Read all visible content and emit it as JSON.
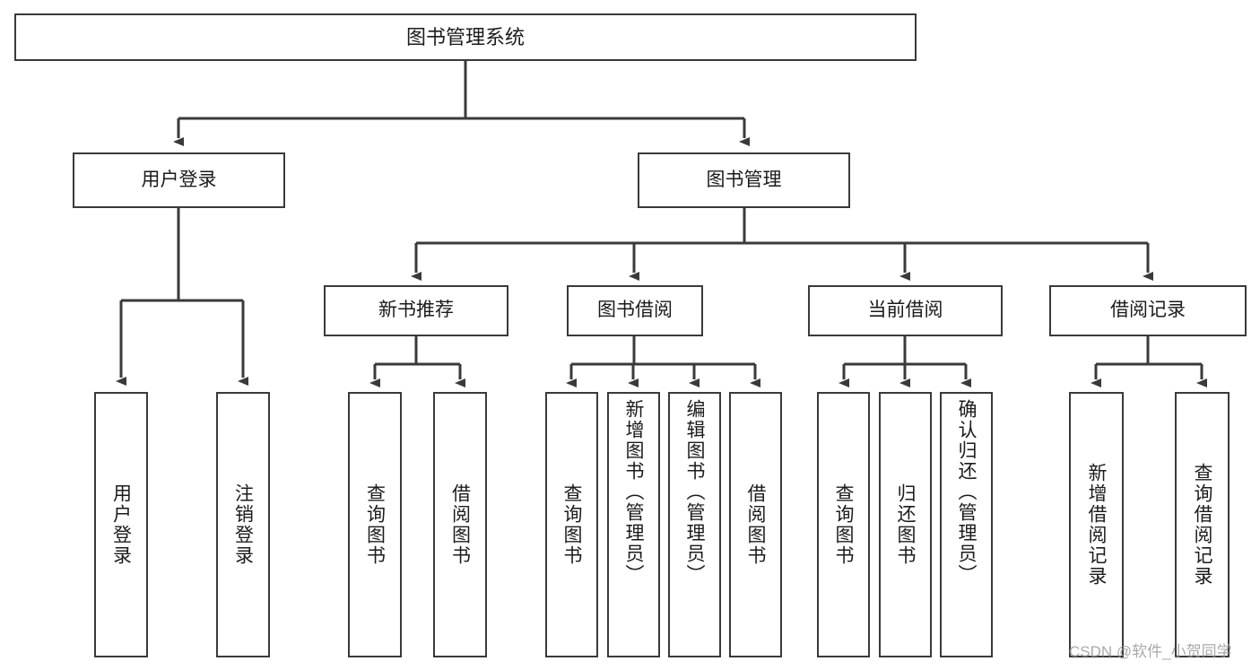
{
  "diagram": {
    "title": "图书管理系统",
    "type": "hierarchy-tree",
    "background_color": "#ffffff",
    "box_border_color": "#3a3a3a",
    "text_color": "#1b1b1b",
    "levels": {
      "level1": [
        "图书管理系统"
      ],
      "level2": [
        "用户登录",
        "图书管理"
      ],
      "level3": [
        "新书推荐",
        "图书借阅",
        "当前借阅",
        "借阅记录"
      ],
      "level4": [
        "用户登录",
        "注销登录",
        "查询图书",
        "借阅图书",
        "查询图书",
        "新增图书（管理员）",
        "编辑图书（管理员）",
        "借阅图书",
        "查询图书",
        "归还图书",
        "确认归还（管理员）",
        "新增借阅记录",
        "查询借阅记录"
      ]
    },
    "nodes": {
      "root": {
        "label": "图书管理系统"
      },
      "user_login": {
        "label": "用户登录"
      },
      "book_manage": {
        "label": "图书管理"
      },
      "new_book_rec": {
        "label": "新书推荐"
      },
      "book_borrow": {
        "label": "图书借阅"
      },
      "current_borrow": {
        "label": "当前借阅"
      },
      "borrow_record": {
        "label": "借阅记录"
      },
      "leaf_user_login": {
        "label": "用户登录"
      },
      "leaf_logout": {
        "label": "注销登录"
      },
      "leaf_query_book_1": {
        "label": "查询图书"
      },
      "leaf_borrow_book_1": {
        "label": "借阅图书"
      },
      "leaf_query_book_2": {
        "label": "查询图书"
      },
      "leaf_add_book_admin": {
        "label": "新增图书（管理员）"
      },
      "leaf_edit_book_admin": {
        "label": "编辑图书（管理员）"
      },
      "leaf_borrow_book_2": {
        "label": "借阅图书"
      },
      "leaf_query_book_3": {
        "label": "查询图书"
      },
      "leaf_return_book": {
        "label": "归还图书"
      },
      "leaf_confirm_return_admin": {
        "label": "确认归还（管理员）"
      },
      "leaf_add_borrow_record": {
        "label": "新增借阅记录"
      },
      "leaf_query_borrow_record": {
        "label": "查询借阅记录"
      }
    }
  },
  "watermark": {
    "text": "CSDN @软件_小贺同学"
  }
}
